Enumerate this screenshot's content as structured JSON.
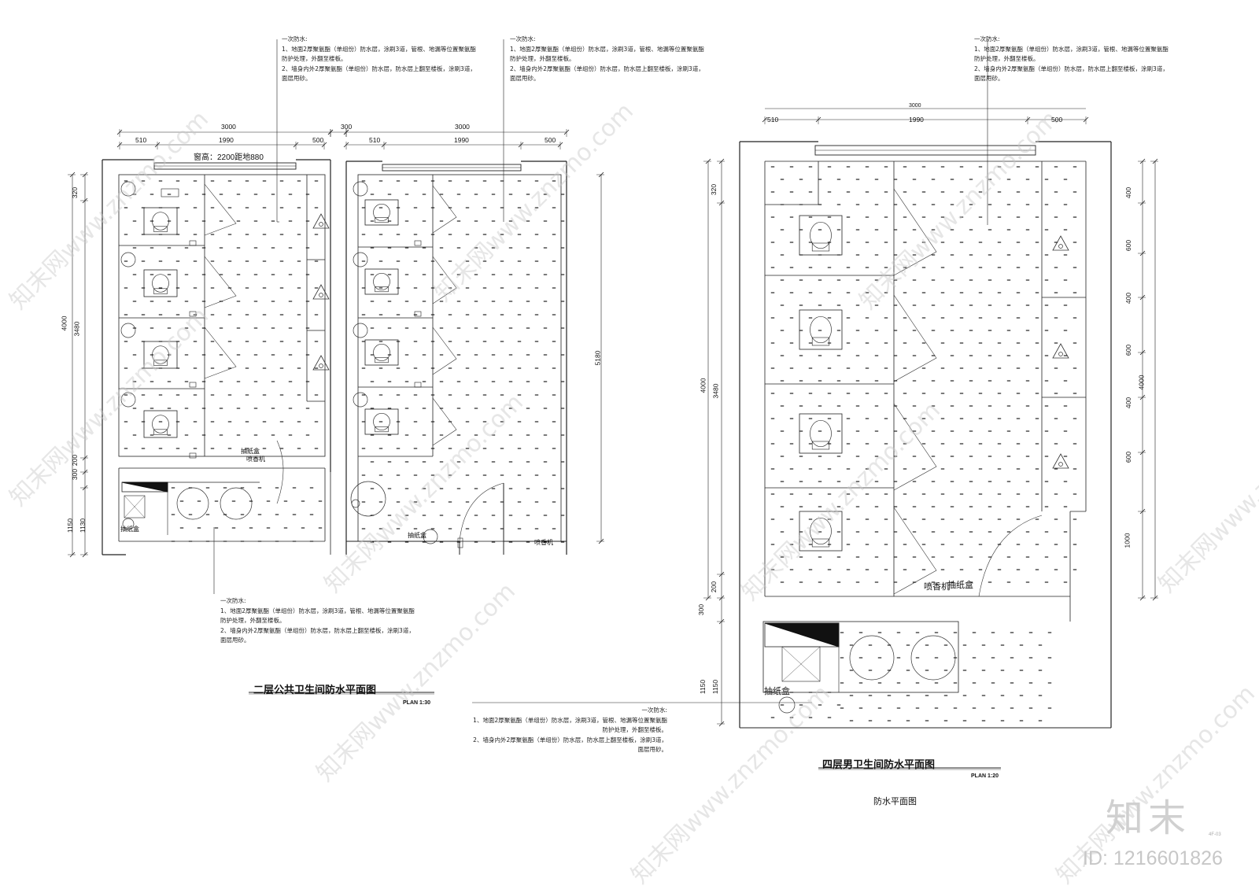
{
  "notes": {
    "heading": "一次防水:",
    "line1a": "1、地面2厚聚氨酯（单组份）防水层，涂刷3道，管根、地漏等位置聚氨酯",
    "line1b": "防护处理，外翻至楼板。",
    "line2a": "2、墙身内外2厚聚氨酯（单组份）防水层，防水层上翻至楼板，涂刷3道，",
    "line2b": "面层甩砂。",
    "bottomRight_line1a": "1、地面2厚聚氨酯（单组份）防水层，涂刷3道，管根、地漏等位置聚氨酯",
    "bottomRight_line1b": "防护处理，外翻至楼板。",
    "bottomRight_line2a": "2、墙身内外2厚聚氨酯（单组份）防水层，防水层上翻至楼板，涂刷3道，",
    "bottomRight_line2b": "面层甩砂。"
  },
  "plan2": {
    "title": "二层公共卫生间防水平面图",
    "scale": "PLAN  1:30",
    "window_note": "窗高：2200距地880",
    "dims_top": [
      "3000",
      "300",
      "3000"
    ],
    "dims_top2": [
      "510",
      "1990",
      "500",
      "510",
      "1990",
      "500"
    ],
    "dims_left": [
      "320",
      "3480",
      "200",
      "300",
      "1150",
      "1130"
    ],
    "dim_left_total": "4000",
    "dim_right_total": "5180",
    "labels": {
      "paper_box": "抽纸盒",
      "fragrance": "喷香机",
      "paper_box2": "抽纸盒",
      "paper_box3": "抽纸盒",
      "fragrance2": "喷香机"
    }
  },
  "plan4": {
    "title": "四层男卫生间防水平面图",
    "scale": "PLAN  1:20",
    "subtitle": "防水平面图",
    "dim_top_total": "3000",
    "dims_top2": [
      "510",
      "1990",
      "500"
    ],
    "dims_left": [
      "320",
      "3480",
      "200",
      "300",
      "1150",
      "1150"
    ],
    "dim_left_total": "4000",
    "dims_right": [
      "400",
      "600",
      "400",
      "600",
      "400",
      "600",
      "1000"
    ],
    "dim_right_total": "4000",
    "labels": {
      "fragrance": "喷香机",
      "paper_box": "抽纸盒",
      "paper_box2": "抽纸盒"
    }
  },
  "brand": {
    "logo": "知末",
    "id": "ID: 1216601826",
    "tag": "4F-03",
    "watermark": "知末网www.znzmo.com"
  }
}
